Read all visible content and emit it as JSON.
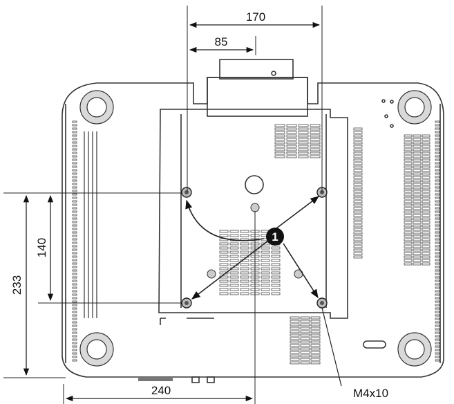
{
  "dimensions": {
    "top_width": "170",
    "top_half": "85",
    "left_outer": "233",
    "left_inner": "140",
    "bottom_width": "240"
  },
  "callout": {
    "marker": "1",
    "screw_label": "M4x10"
  }
}
